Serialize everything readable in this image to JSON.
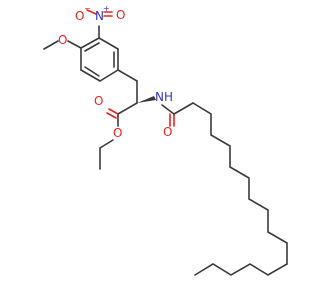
{
  "molecule": {
    "atoms": {
      "nitro_plus": "N",
      "nitro_plus_charge": "+",
      "nitro_o_minus": "O",
      "nitro_o_minus_charge": "−",
      "nitro_o": "O",
      "methoxy_o": "O",
      "ester_carbonyl_o": "O",
      "ester_o": "O",
      "amide_nh": "NH",
      "amide_o": "O"
    },
    "colors": {
      "carbon_bond": "#3a3a3a",
      "oxygen": "#e8251b",
      "nitrogen": "#3438c8"
    }
  }
}
